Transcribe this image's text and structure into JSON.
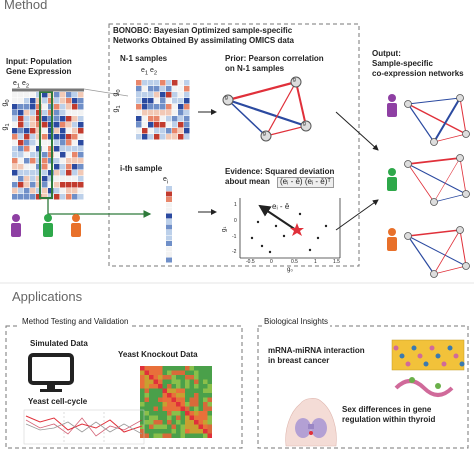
{
  "method": {
    "heading": "Method",
    "input": {
      "title_line1": "Input: Population",
      "title_line2": "Gene Expression",
      "gene_label_0": "g",
      "gene_label_0_sub": "0",
      "gene_label_1": "g",
      "gene_label_1_sub": "1",
      "sample_label": "e",
      "sample_sub_1": "1",
      "sample_sub_2": "2"
    },
    "bonobo": {
      "title_line1": "BONOBO: Bayesian Optimized sample-specific",
      "title_line2": "Networks Obtained By assimilating OMICS data"
    },
    "n1": {
      "label": "N-1 samples",
      "gene_label_0": "g",
      "gene_label_0_sub": "0",
      "gene_label_1": "g",
      "gene_label_1_sub": "1",
      "sample_label": "e",
      "sample_sub_1": "1",
      "sample_sub_2": "2"
    },
    "prior": {
      "line1": "Prior: Pearson correlation",
      "line2": "on N-1 samples",
      "node_labels": [
        "g",
        "g",
        "g",
        "g"
      ]
    },
    "ith": {
      "label": "i-th sample",
      "sample_label": "e",
      "sample_sub": "i"
    },
    "evidence": {
      "line1": "Evidence: Squared deviation",
      "line2": "about mean",
      "formula": "(eᵢ - ē) (eᵢ - ē)ᵀ",
      "arrow_label": "eᵢ - ē",
      "x_ticks": [
        "-0.5",
        "0",
        "0.5",
        "1",
        "1.5"
      ],
      "y_ticks": [
        "1",
        "0",
        "-1",
        "-2"
      ],
      "x_axis": "g₀",
      "y_axis": "g₁"
    },
    "output": {
      "line1": "Output:",
      "line2": "Sample-specific",
      "line3": "co-expression networks"
    }
  },
  "applications": {
    "heading": "Applications",
    "testing": {
      "title": "Method Testing and Validation",
      "simulated": "Simulated Data",
      "yeast_knockout": "Yeast Knockout Data",
      "cell_cycle": "Yeast cell-cycle"
    },
    "bio": {
      "title": "Biological Insights",
      "mirna_line1": "mRNA-miRNA interaction",
      "mirna_line2": "in breast cancer",
      "sex_line1": "Sex differences in gene",
      "sex_line2": "regulation within thyroid"
    }
  },
  "colors": {
    "red": "#e0303a",
    "blue": "#2b4aa0",
    "green": "#2ea84a",
    "purple": "#8e3fa3",
    "orange": "#e8702a",
    "grid_border": "#888888",
    "dashed": "#777777"
  }
}
